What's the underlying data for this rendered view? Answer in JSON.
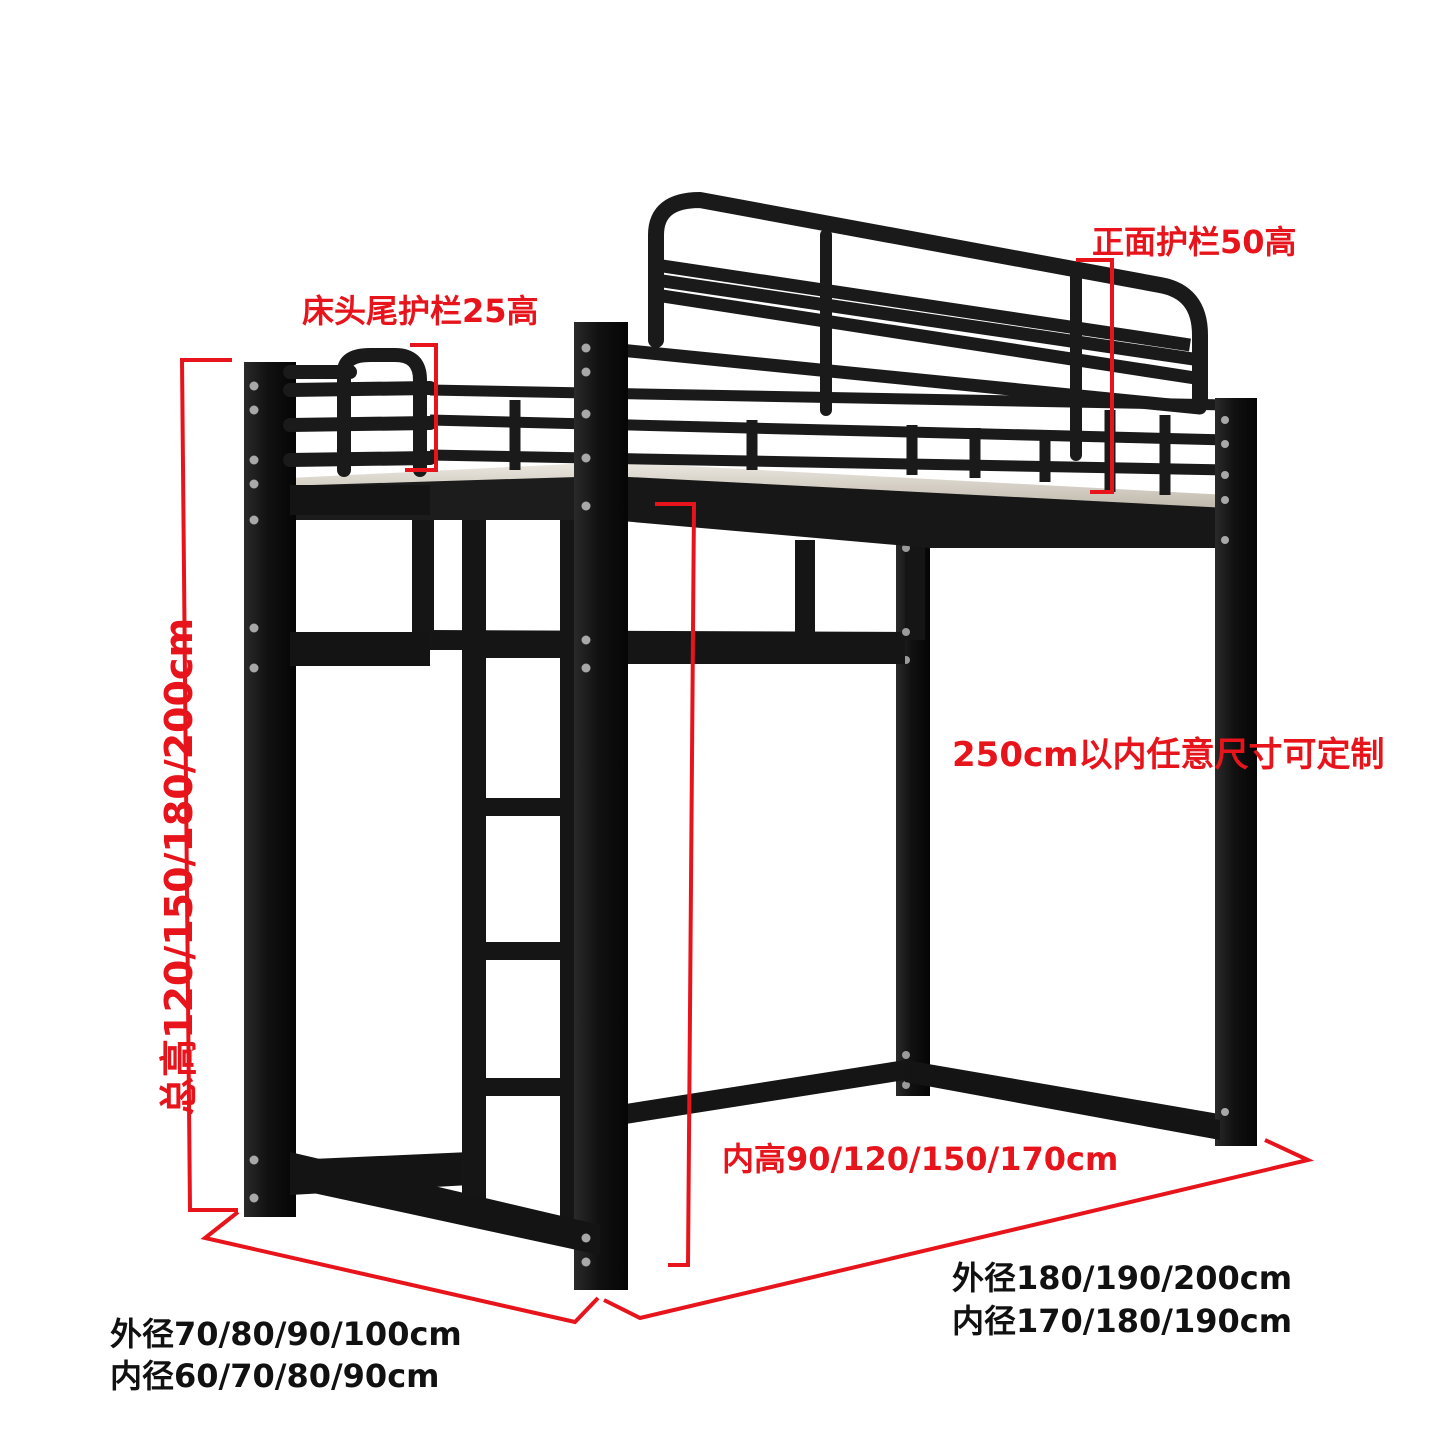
{
  "labels": {
    "front_rail": "正面护栏50高",
    "end_rail": "床头尾护栏25高",
    "total_height": "总高120/150/180/200cm",
    "custom": "250cm以内任意尺寸可定制",
    "inner_height": "内高90/120/150/170cm",
    "length_outer": "外径180/190/200cm",
    "length_inner": "内径170/180/190cm",
    "width_outer": "外径70/80/90/100cm",
    "width_inner": "内径60/70/80/90cm"
  },
  "colors": {
    "dimension": "#e8141c",
    "frame": "#1b1b1b",
    "text": "#111111",
    "slat": "#d8d2c8"
  }
}
